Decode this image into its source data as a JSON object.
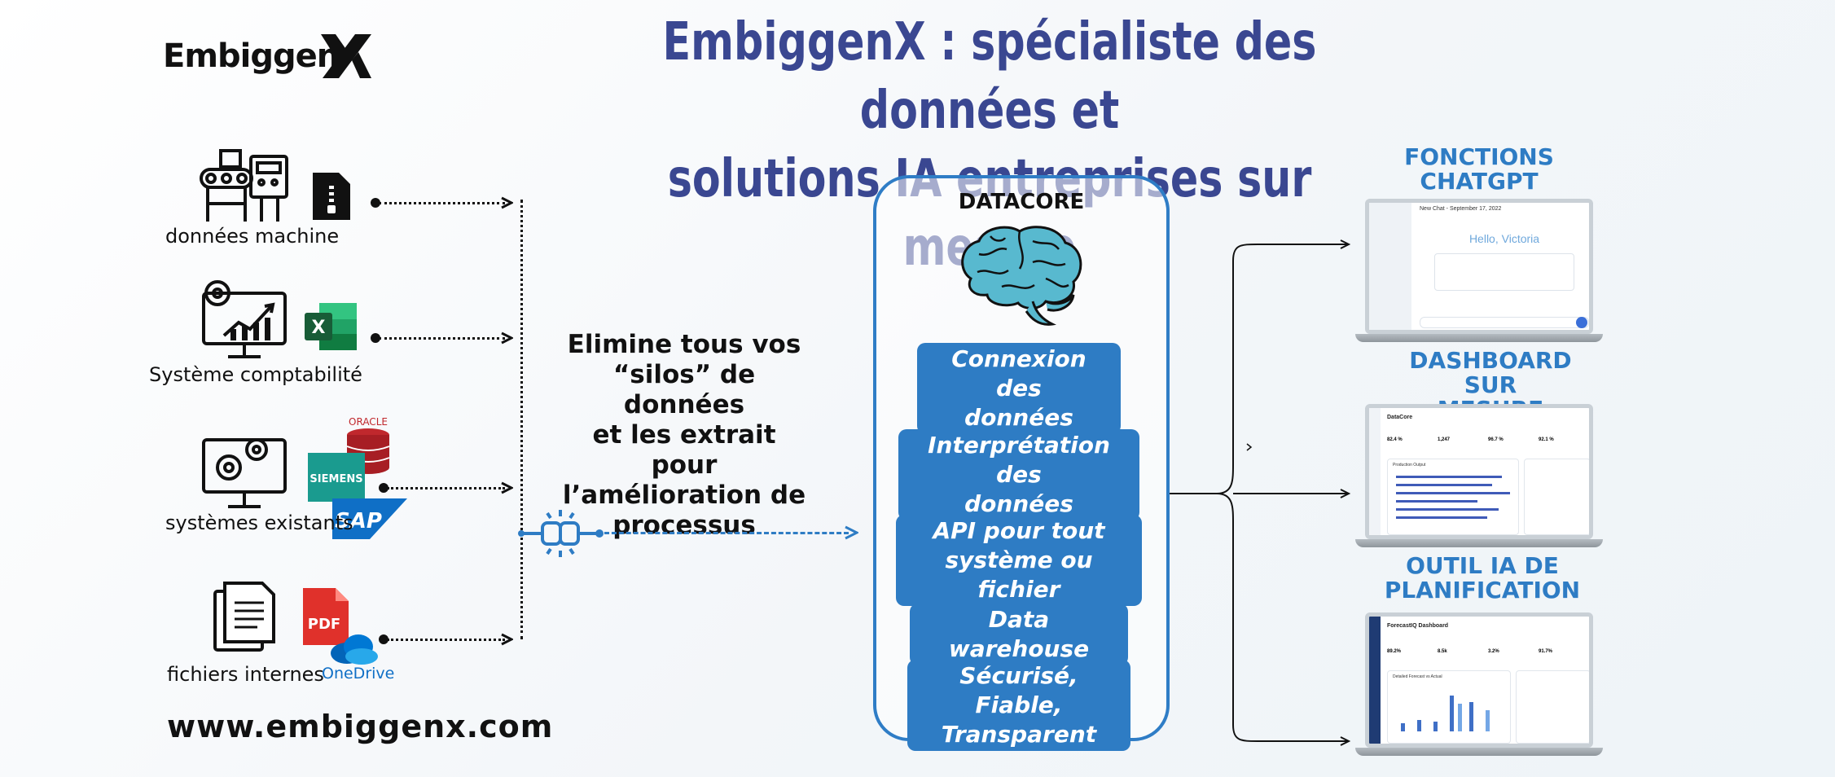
{
  "header": {
    "logo_text": "Embiggen",
    "logo_mark": "X",
    "title_line1": "EmbiggenX : spécialiste des données et",
    "title_line2": "solutions IA entreprises sur mesure"
  },
  "sources": [
    {
      "label": "données machine",
      "icons": [
        "conveyor-machine-icon",
        "zip-file-icon"
      ]
    },
    {
      "label": "Système comptabilité",
      "icons": [
        "monitor-chart-gear-icon",
        "excel-icon"
      ]
    },
    {
      "label": "systèmes existants",
      "icons": [
        "monitor-gears-icon",
        "oracle-database-icon",
        "siemens-logo",
        "sap-logo"
      ],
      "brand_texts": {
        "oracle": "ORACLE",
        "siemens": "SIEMENS",
        "sap": "SAP"
      }
    },
    {
      "label": "fichiers internes",
      "icons": [
        "documents-icon",
        "pdf-icon",
        "onedrive-icon"
      ],
      "brand_texts": {
        "pdf": "PDF",
        "onedrive": "OneDrive"
      }
    }
  ],
  "middle_text": [
    "Elimine tous vos",
    "“silos” de données",
    "et les extrait pour",
    "l’amélioration de",
    "processus"
  ],
  "datacore": {
    "title": "DATACORE",
    "features": [
      [
        "Connexion des",
        "données"
      ],
      [
        "Interprétation des",
        "données"
      ],
      [
        "API pour tout",
        "système ou fichier"
      ],
      [
        "Data warehouse"
      ],
      [
        "Sécurisé, Fiable,",
        "Transparent"
      ]
    ]
  },
  "outputs": [
    {
      "title": [
        "FONCTIONS",
        "CHATGPT"
      ],
      "screen": {
        "greeting": "Hello, Victoria",
        "header": "New Chat - September 17, 2022"
      }
    },
    {
      "title": [
        "DASHBOARD SUR",
        "MESURE"
      ],
      "screen": {
        "app": "DataCore",
        "kpis": [
          "82.4 %",
          "1,247",
          "96.7 %",
          "92.1 %"
        ],
        "panel": "Production Output"
      }
    },
    {
      "title": [
        "OUTIL IA DE",
        "PLANIFICATION"
      ],
      "screen": {
        "app": "ForecastIQ Dashboard",
        "kpis": [
          "89.2%",
          "8.5k",
          "3.2%",
          "91.7%"
        ],
        "panel": "Detailed Forecast vs Actual"
      }
    }
  ],
  "footer": {
    "website": "www.embiggenx.com"
  },
  "colors": {
    "title": "#3a4791",
    "accent": "#2e7cc4",
    "brain": "#58b9cf",
    "excel": "#1d6f42",
    "pdf": "#e0312b",
    "oracle": "#c0282d",
    "siemens": "#1a9b8f",
    "sap": "#0f6fc6"
  }
}
